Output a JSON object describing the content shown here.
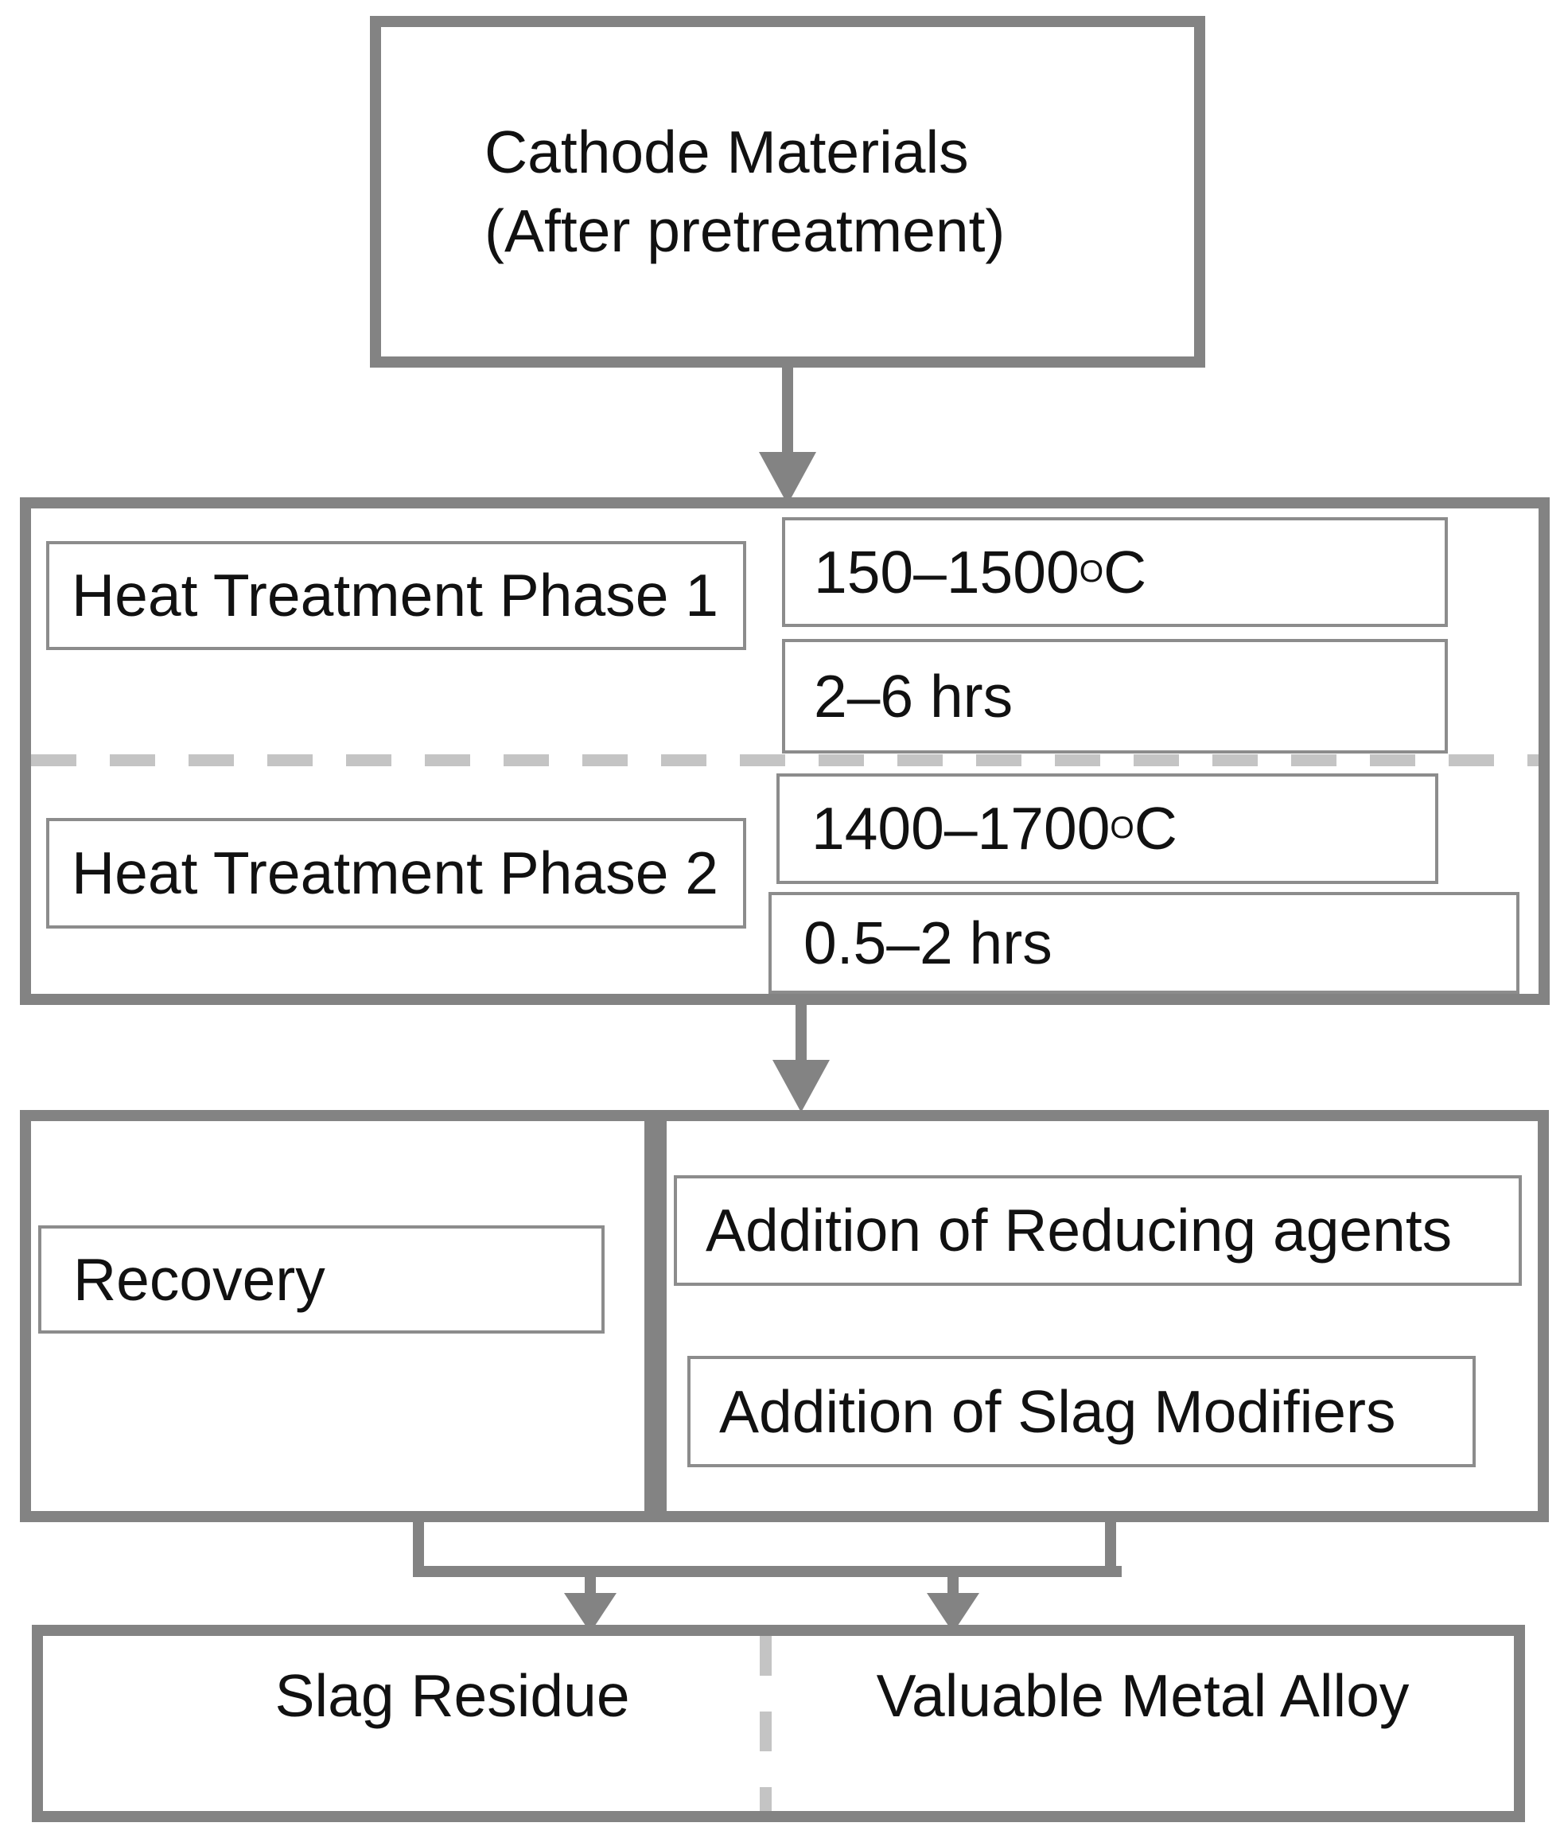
{
  "diagram": {
    "title_hint": "Pyrometallurgical recovery flowchart",
    "top_box": {
      "line1": "Cathode Materials",
      "line2": "(After pretreatment)"
    },
    "heat_section": {
      "phase1": {
        "label": "Heat Treatment Phase 1",
        "temperature": {
          "value": "150–1500 ",
          "sup": "O",
          "unit": "C"
        },
        "duration": "2–6 hrs"
      },
      "phase2": {
        "label": "Heat Treatment Phase 2",
        "temperature": {
          "value": "1400–1700 ",
          "sup": "O",
          "unit": "C"
        },
        "duration": "0.5–2 hrs"
      }
    },
    "recovery_section": {
      "label": "Recovery",
      "additions": [
        "Addition of Reducing agents",
        "Addition of Slag Modifiers"
      ]
    },
    "outputs": {
      "left": "Slag Residue",
      "right": "Valuable Metal Alloy"
    },
    "colors": {
      "thick_border": "#838383",
      "thin_border": "#8c8c8c",
      "dash": "#c4c4c4",
      "text": "#111111",
      "background": "#ffffff"
    }
  }
}
